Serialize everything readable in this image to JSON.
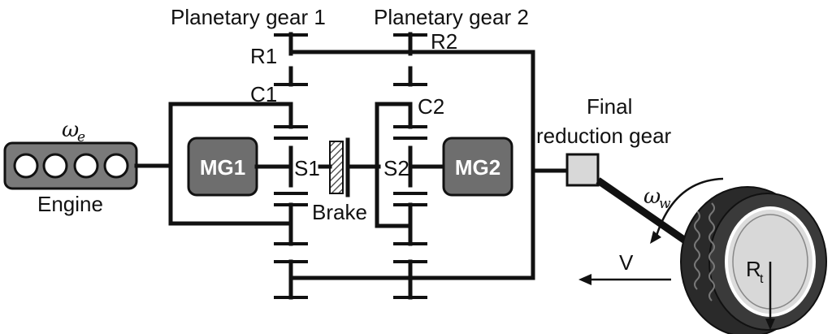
{
  "labels": {
    "planetary_gear_1": "Planetary gear 1",
    "planetary_gear_2": "Planetary gear 2",
    "r1": "R1",
    "r2": "R2",
    "c1": "C1",
    "c2": "C2",
    "s1": "S1",
    "s2": "S2",
    "mg1": "MG1",
    "mg2": "MG2",
    "brake": "Brake",
    "engine": "Engine",
    "omega_e_symbol": "ω",
    "omega_e_sub": "e",
    "final_reduction_line1": "Final",
    "final_reduction_line2": "reduction gear",
    "omega_w_symbol": "ω",
    "omega_w_sub": "w",
    "velocity": "V",
    "rt_symbol": "R",
    "rt_sub": "t"
  },
  "colors": {
    "line": "#111111",
    "motor_fill": "#6e6e6e",
    "engine_fill": "#7a7a7a",
    "final_gear_fill": "#d8d8d8",
    "tire_fill": "#2a2a2a",
    "rim_fill": "#dcdcdc"
  }
}
